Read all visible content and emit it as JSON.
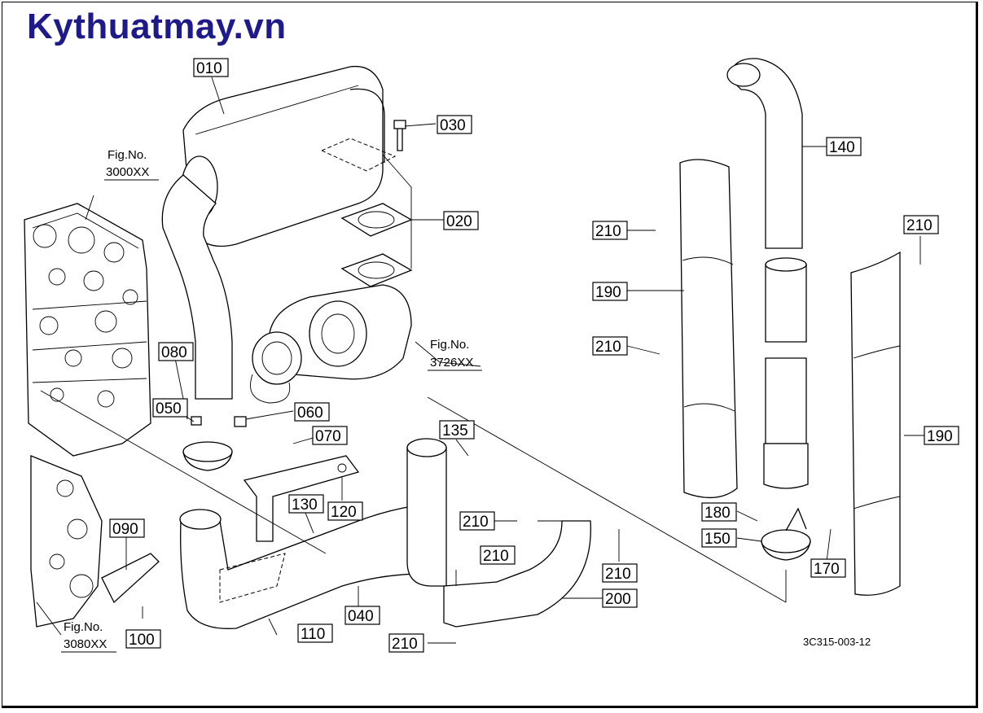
{
  "watermark": "Kythuatmay.vn",
  "drawing_code": "3C315-003-12",
  "figure_refs": [
    {
      "id": "ref-3000",
      "caption": "Fig.No.",
      "number": "3000XX"
    },
    {
      "id": "ref-3726",
      "caption": "Fig.No.",
      "number": "3726XX"
    },
    {
      "id": "ref-3080",
      "caption": "Fig.No.",
      "number": "3080XX"
    }
  ],
  "part_labels": [
    {
      "id": "010",
      "text": "010"
    },
    {
      "id": "020",
      "text": "020"
    },
    {
      "id": "030",
      "text": "030"
    },
    {
      "id": "040",
      "text": "040"
    },
    {
      "id": "050",
      "text": "050"
    },
    {
      "id": "060",
      "text": "060"
    },
    {
      "id": "070",
      "text": "070"
    },
    {
      "id": "080",
      "text": "080"
    },
    {
      "id": "090",
      "text": "090"
    },
    {
      "id": "100",
      "text": "100"
    },
    {
      "id": "110",
      "text": "110"
    },
    {
      "id": "120",
      "text": "120"
    },
    {
      "id": "130",
      "text": "130"
    },
    {
      "id": "135",
      "text": "135"
    },
    {
      "id": "140",
      "text": "140"
    },
    {
      "id": "150",
      "text": "150"
    },
    {
      "id": "170",
      "text": "170"
    },
    {
      "id": "180",
      "text": "180"
    },
    {
      "id": "190a",
      "text": "190"
    },
    {
      "id": "190b",
      "text": "190"
    },
    {
      "id": "200",
      "text": "200"
    },
    {
      "id": "210a",
      "text": "210"
    },
    {
      "id": "210b",
      "text": "210"
    },
    {
      "id": "210c",
      "text": "210"
    },
    {
      "id": "210d",
      "text": "210"
    },
    {
      "id": "210e",
      "text": "210"
    },
    {
      "id": "210f",
      "text": "210"
    },
    {
      "id": "210g",
      "text": "210"
    }
  ]
}
